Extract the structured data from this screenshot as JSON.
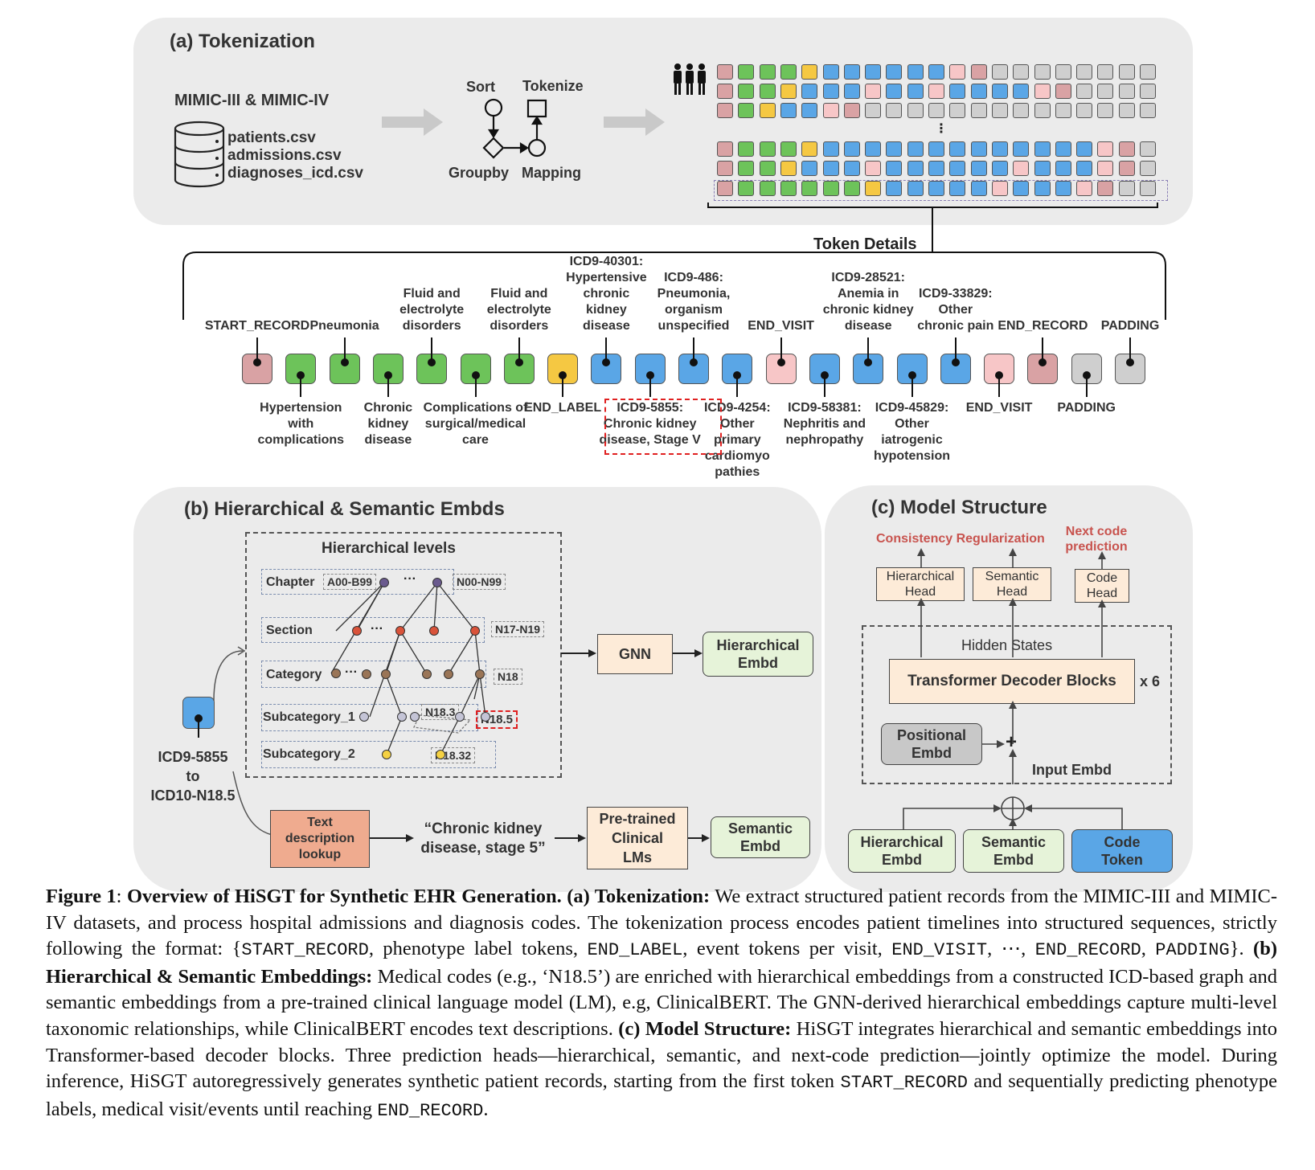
{
  "colors": {
    "panel_bg": "#ebebeb",
    "token_pink": "#f7c6c7",
    "token_rose": "#d9a2a4",
    "token_green": "#6dc35a",
    "token_yellow": "#f5c842",
    "token_blue": "#5aa6e6",
    "token_gray": "#cfcfcf",
    "box_peach": "#fdebd8",
    "box_lightgreen": "#e6f3d9",
    "box_salmon": "#efab8f",
    "box_codetoken": "#5aa6e6",
    "accent_red": "#c8534e"
  },
  "panel_a": {
    "title": "(a) Tokenization",
    "dataset_title": "MIMIC-III & MIMIC-IV",
    "files": [
      "patients.csv",
      "admissions.csv",
      "diagnoses_icd.csv"
    ],
    "steps": {
      "sort": "Sort",
      "tokenize": "Tokenize",
      "groupby": "Groupby",
      "mapping": "Mapping"
    },
    "people_icon": "people-group-icon",
    "ellipsis": "⋮",
    "grid_rows": [
      [
        "R",
        "G",
        "G",
        "G",
        "Y",
        "B",
        "B",
        "B",
        "B",
        "B",
        "B",
        "P",
        "R",
        "X",
        "X",
        "X",
        "X",
        "X",
        "X",
        "X",
        "X"
      ],
      [
        "R",
        "G",
        "G",
        "Y",
        "B",
        "B",
        "B",
        "P",
        "B",
        "B",
        "P",
        "B",
        "B",
        "B",
        "B",
        "P",
        "R",
        "X",
        "X",
        "X",
        "X"
      ],
      [
        "R",
        "G",
        "Y",
        "B",
        "B",
        "P",
        "R",
        "X",
        "X",
        "X",
        "X",
        "X",
        "X",
        "X",
        "X",
        "X",
        "X",
        "X",
        "X",
        "X",
        "X"
      ],
      [
        "R",
        "G",
        "G",
        "G",
        "Y",
        "B",
        "B",
        "B",
        "B",
        "B",
        "B",
        "B",
        "B",
        "B",
        "B",
        "B",
        "B",
        "B",
        "P",
        "R",
        "X"
      ],
      [
        "R",
        "G",
        "G",
        "Y",
        "B",
        "B",
        "B",
        "P",
        "B",
        "B",
        "B",
        "B",
        "B",
        "B",
        "P",
        "B",
        "B",
        "B",
        "P",
        "R",
        "X"
      ],
      [
        "R",
        "G",
        "G",
        "G",
        "G",
        "G",
        "G",
        "Y",
        "B",
        "B",
        "B",
        "B",
        "B",
        "P",
        "B",
        "B",
        "B",
        "P",
        "R",
        "X",
        "X"
      ]
    ]
  },
  "token_details": {
    "title": "Token Details",
    "tokens": [
      {
        "color": "R",
        "label": "START_RECORD",
        "pos": "top"
      },
      {
        "color": "G",
        "label": "Hypertension\nwith\ncomplications",
        "pos": "bottom"
      },
      {
        "color": "G",
        "label": "Pneumonia",
        "pos": "top"
      },
      {
        "color": "G",
        "label": "Chronic\nkidney\ndisease",
        "pos": "bottom"
      },
      {
        "color": "G",
        "label": "Fluid and\nelectrolyte\ndisorders",
        "pos": "top"
      },
      {
        "color": "G",
        "label": "Complications of\nsurgical/medical\ncare",
        "pos": "bottom"
      },
      {
        "color": "G",
        "label": "Fluid and\nelectrolyte\ndisorders",
        "pos": "top"
      },
      {
        "color": "Y",
        "label": "END_LABEL",
        "pos": "bottom"
      },
      {
        "color": "B",
        "label": "ICD9-40301:\nHypertensive\nchronic\nkidney\ndisease",
        "pos": "top"
      },
      {
        "color": "B",
        "label": "ICD9-5855:\nChronic kidney\ndisease, Stage V",
        "pos": "bottom",
        "highlight": true
      },
      {
        "color": "B",
        "label": "ICD9-486:\nPneumonia,\norganism\nunspecified",
        "pos": "top"
      },
      {
        "color": "B",
        "label": "ICD9-4254:\nOther\nprimary\ncardiomyo\npathies",
        "pos": "bottom"
      },
      {
        "color": "P",
        "label": "END_VISIT",
        "pos": "top"
      },
      {
        "color": "B",
        "label": "ICD9-58381:\nNephritis and\nnephropathy",
        "pos": "bottom"
      },
      {
        "color": "B",
        "label": "ICD9-28521:\nAnemia in\nchronic kidney\ndisease",
        "pos": "top"
      },
      {
        "color": "B",
        "label": "ICD9-45829:\nOther\niatrogenic\nhypotension",
        "pos": "bottom"
      },
      {
        "color": "B",
        "label": "ICD9-33829:\nOther\nchronic pain",
        "pos": "top"
      },
      {
        "color": "P",
        "label": "END_VISIT",
        "pos": "bottom"
      },
      {
        "color": "R",
        "label": "END_RECORD",
        "pos": "top"
      },
      {
        "color": "X",
        "label": "PADDING",
        "pos": "bottom"
      },
      {
        "color": "X",
        "label": "PADDING",
        "pos": "top"
      }
    ]
  },
  "panel_b": {
    "title": "(b) Hierarchical & Semantic Embds",
    "hier_title": "Hierarchical levels",
    "levels": [
      "Chapter",
      "Section",
      "Category",
      "Subcategory_1",
      "Subcategory_2"
    ],
    "codes": {
      "a00": "A00-B99",
      "n00": "N00-N99",
      "n17": "N17-N19",
      "n18": "N18",
      "n183": "N18.3",
      "n185": "N18.5",
      "n1832": "N18.32"
    },
    "ellipsis": "···",
    "mapping_label": "ICD9-5855\nto\nICD10-N18.5",
    "gnn": "GNN",
    "hier_embd": "Hierarchical\nEmbd",
    "text_lookup": "Text\ndescription\nlookup",
    "quote": "“Chronic kidney\ndisease, stage 5”",
    "pretrained": "Pre-trained\nClinical\nLMs",
    "sem_embd": "Semantic\nEmbd"
  },
  "panel_c": {
    "title": "(c) Model Structure",
    "consistency": "Consistency Regularization",
    "next_code": "Next code\nprediction",
    "heads": [
      "Hierarchical\nHead",
      "Semantic\nHead",
      "Code\nHead"
    ],
    "hidden_states": "Hidden States",
    "transformer": "Transformer Decoder Blocks",
    "times": "x 6",
    "positional": "Positional\nEmbd",
    "plus": "+",
    "input_embd": "Input Embd",
    "inputs": [
      "Hierarchical\nEmbd",
      "Semantic\nEmbd",
      "Code\nToken"
    ]
  },
  "caption": {
    "fig": "Figure 1",
    "sep": ": ",
    "title": "Overview of HiSGT for Synthetic EHR Generation.",
    "a_head": "(a) Tokenization:",
    "a_text1": " We extract structured patient records from the MIMIC-III and MIMIC-IV datasets, and process hospital admissions and diagnosis codes. The tokenization process encodes patient timelines into structured sequences, strictly following the format: {",
    "m1": "START_RECORD",
    "a_text2": ", phenotype label tokens, ",
    "m2": "END_LABEL",
    "a_text3": ", event tokens per visit, ",
    "m3": "END_VISIT",
    "a_text4": ", ⋯, ",
    "m4": "END_RECORD",
    "a_text5": ", ",
    "m5": "PADDING",
    "a_text6": "}. ",
    "b_head": "(b) Hierarchical & Semantic Embeddings:",
    "b_text": " Medical codes (e.g., ‘N18.5’) are enriched with hierarchical embeddings from a constructed ICD-based graph and semantic embeddings from a pre-trained clinical language model (LM), e.g, ClinicalBERT. The GNN-derived hierarchical embeddings capture multi-level taxonomic relationships, while ClinicalBERT encodes text descriptions. ",
    "c_head": "(c) Model Structure:",
    "c_text1": " HiSGT integrates hierarchical and semantic embeddings into Transformer-based decoder blocks. Three prediction heads—hierarchical, semantic, and next-code prediction—jointly optimize the model. During inference, HiSGT autoregressively generates synthetic patient records, starting from the first token ",
    "m6": "START_RECORD",
    "c_text2": " and sequentially predicting phenotype labels, medical visit/events until reaching ",
    "m7": "END_RECORD",
    "c_text3": "."
  }
}
